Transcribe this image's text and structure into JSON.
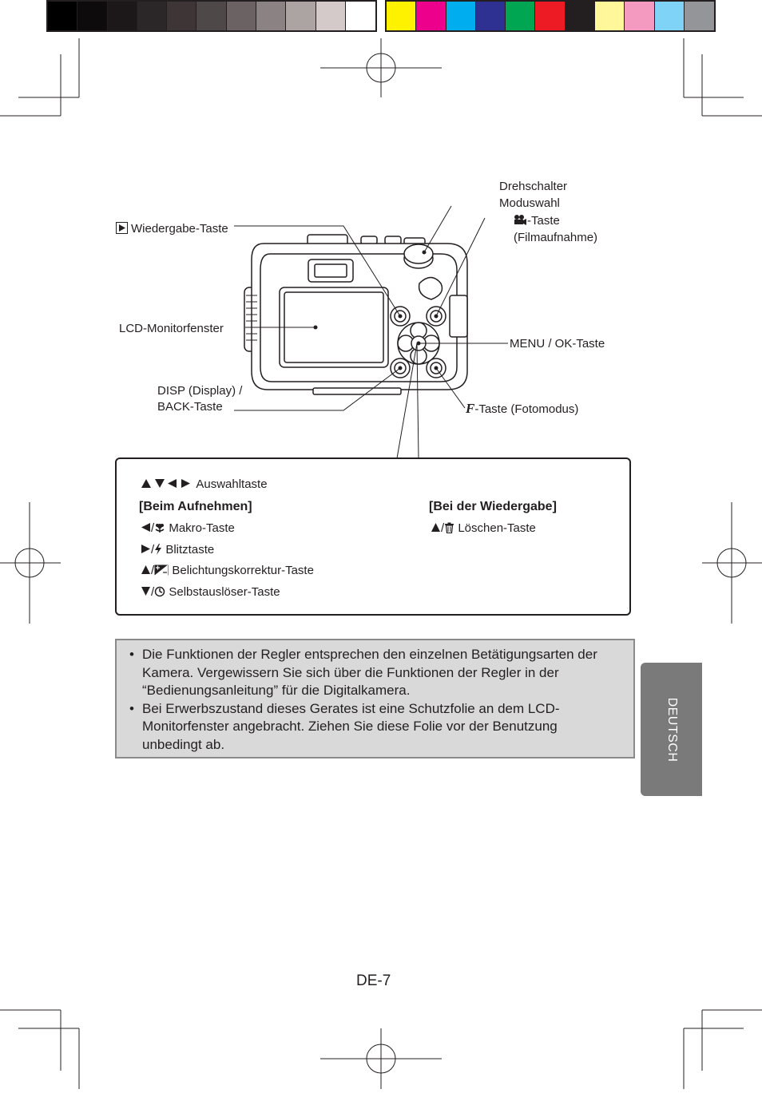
{
  "colors": {
    "grayscale": [
      "#000000",
      "#0d0b0b",
      "#1c1819",
      "#2b2627",
      "#3d3536",
      "#4f4849",
      "#6a6263",
      "#8b8283",
      "#aca3a3",
      "#d4caca",
      "#ffffff"
    ],
    "process": [
      "#fff200",
      "#ec008c",
      "#00aeef",
      "#2e3192",
      "#00a651",
      "#ed1c24",
      "#231f20",
      "#fff799",
      "#f49ac1",
      "#7fd3f7",
      "#939598"
    ],
    "note_bg": "#d9d9d9",
    "tab_bg": "#7a7a7a"
  },
  "callouts": {
    "drehschalter": "Drehschalter",
    "moduswahl": "Moduswahl",
    "wiedergabe": "Wiedergabe-Taste",
    "movie_taste": "-Taste",
    "filmaufnahme": "(Filmaufnahme)",
    "lcd": "LCD-Monitorfenster",
    "menu_ok": "MENU / OK-Taste",
    "disp_1": "DISP (Display) /",
    "disp_2": "BACK-Taste",
    "f_taste": "-Taste (Fotomodus)"
  },
  "legend": {
    "auswahl": "Auswahltaste",
    "beim_aufnehmen": "[Beim Aufnehmen]",
    "bei_wiedergabe": "[Bei der Wiedergabe]",
    "makro": "Makro-Taste",
    "blitz": "Blitztaste",
    "belichtung": "Belichtungskorrektur-Taste",
    "selbstausloeser": "Selbstauslöser-Taste",
    "loeschen": "Löschen-Taste"
  },
  "notes": [
    "Die Funktionen der Regler entsprechen den einzelnen Betätigungsarten der Kamera. Vergewissern Sie sich über die Funktionen der Regler in der “Bedienungsanleitung” für die Digitalkamera.",
    "Bei Erwerbszustand dieses Gerates ist eine Schutzfolie an dem LCD-Monitorfenster angebracht. Ziehen Sie diese Folie vor der Benutzung unbedingt ab."
  ],
  "note_bullet": "•",
  "side_tab": "DEUTSCH",
  "page_number": "DE-7"
}
